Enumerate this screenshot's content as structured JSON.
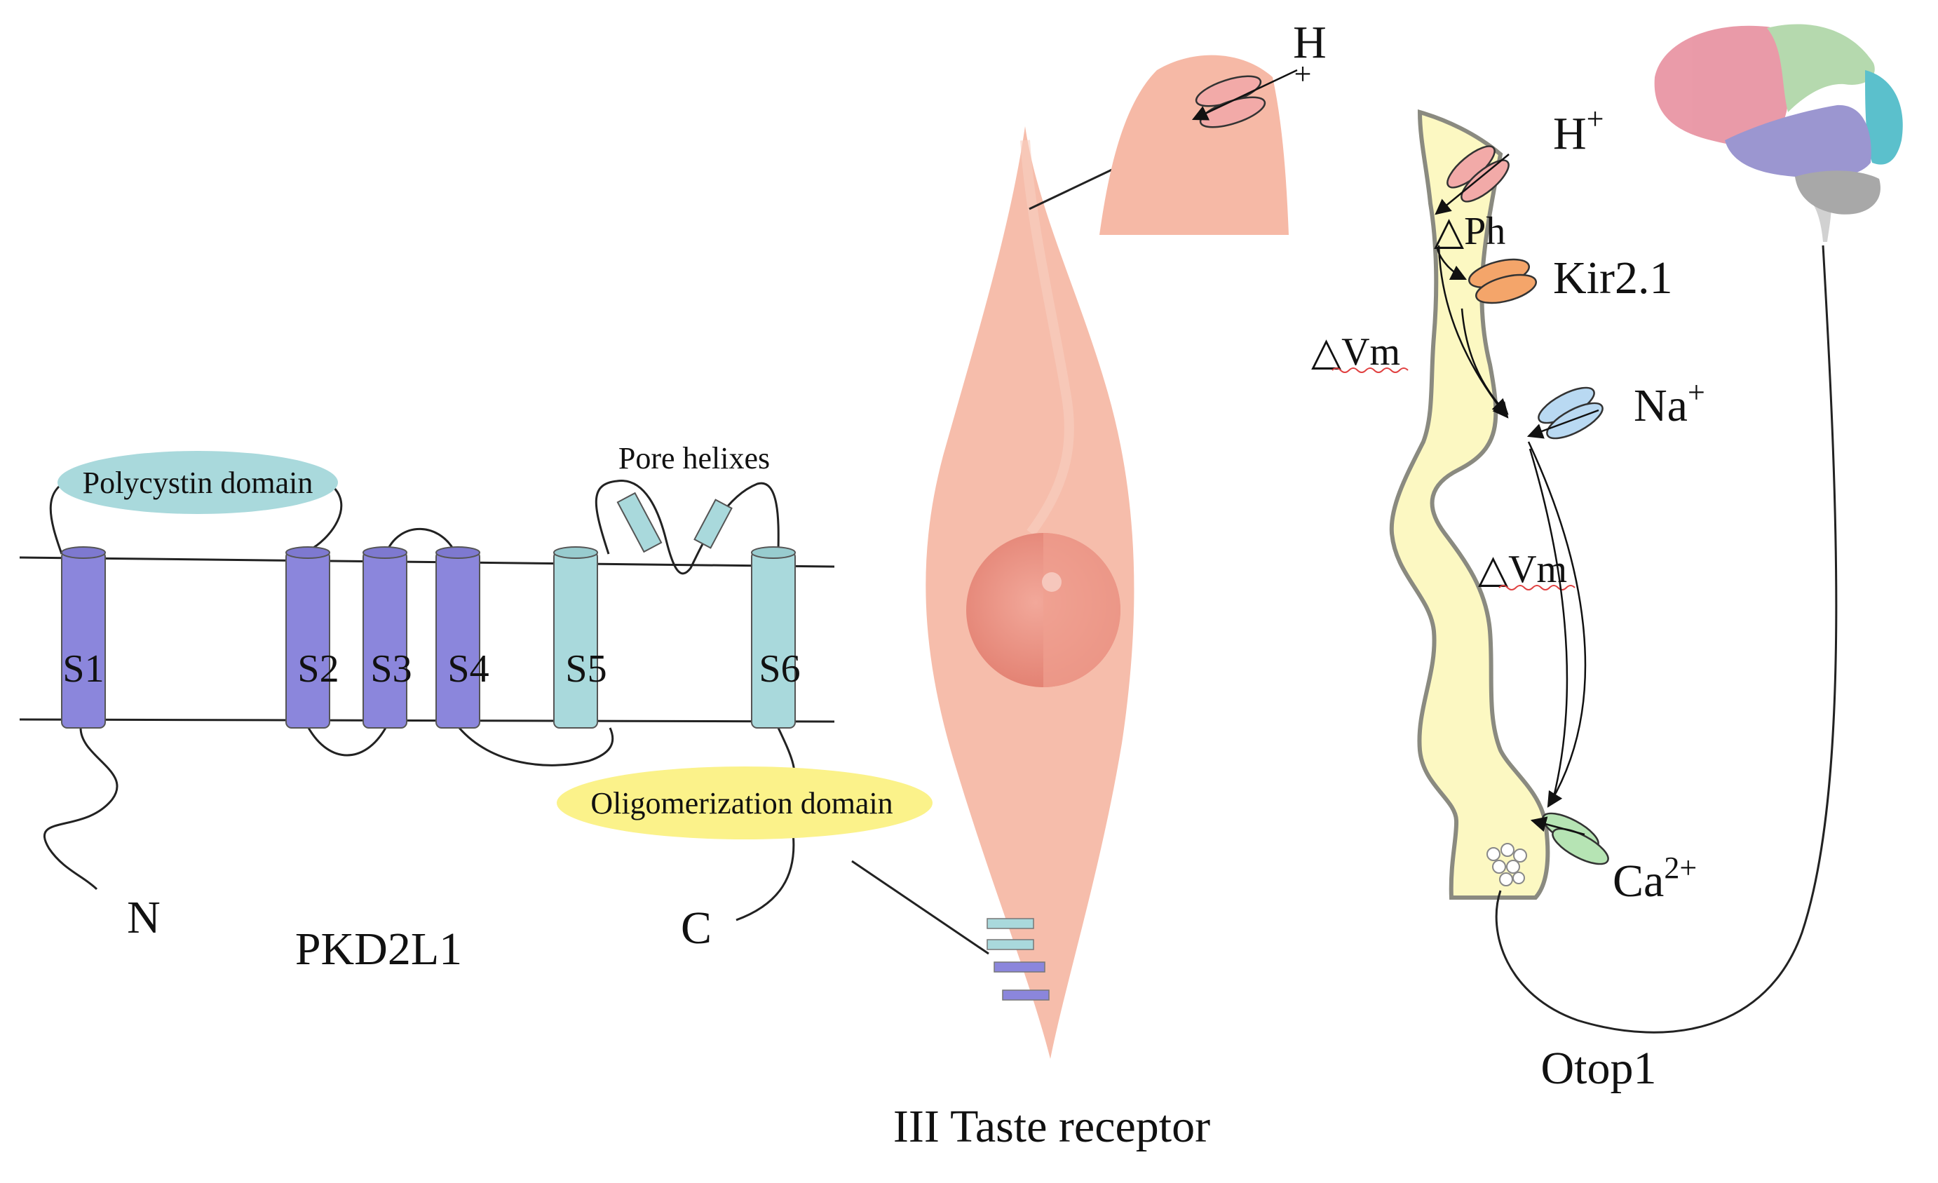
{
  "pkd2l1": {
    "title": "PKD2L1",
    "n_terminus": "N",
    "c_terminus": "C",
    "polycystin_domain": "Polycystin domain",
    "pore_helixes": "Pore helixes",
    "oligomerization_domain": "Oligomerization domain",
    "segments": [
      "S1",
      "S2",
      "S3",
      "S4",
      "S5",
      "S6"
    ]
  },
  "taste_cell": {
    "title": "III Taste receptor",
    "proton_label": "H",
    "proton_charge": "+"
  },
  "otop1": {
    "title": "Otop1",
    "proton": "H",
    "proton_charge": "+",
    "dph": "△Ph",
    "kir": "Kir2.1",
    "dvm_1": "△Vm",
    "dvm_2": "△Vm",
    "sodium": "Na",
    "sodium_charge": "+",
    "calcium": "Ca",
    "calcium_charge": "2+"
  },
  "colors": {
    "segment_purple": "#8b86dc",
    "segment_teal": "#a9d9dc",
    "polycystin_fill": "#a9d9dc",
    "oligomerization_fill": "#fbf28a",
    "taste_cell": "#f6b9a6",
    "otop_cell": "#fcf8c2",
    "channel_pink": "#f2aaa8",
    "channel_orange": "#f4a56a",
    "channel_blue": "#b9d9f2",
    "channel_green": "#b6e4b4"
  }
}
